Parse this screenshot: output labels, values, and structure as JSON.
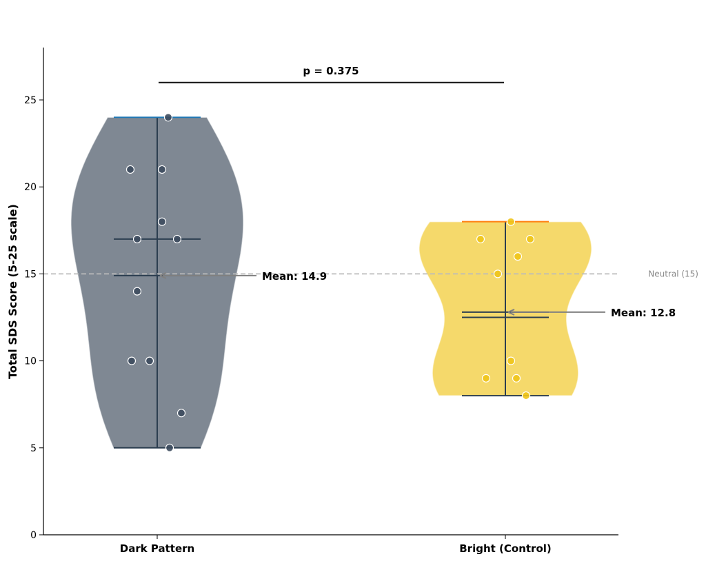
{
  "chart_data": {
    "type": "violin",
    "title": "",
    "xlabel": "",
    "ylabel": "Total SDS Score (5-25 scale)",
    "ylim": [
      0,
      28
    ],
    "yticks": [
      0,
      5,
      10,
      15,
      20,
      25
    ],
    "grid": false,
    "categories": [
      "Dark Pattern",
      "Bright (Control)"
    ],
    "series": [
      {
        "name": "Dark Pattern",
        "points": [
          24,
          21,
          21,
          18,
          17,
          17,
          14,
          10,
          10,
          7,
          5
        ],
        "min": 5,
        "max": 24,
        "median": 17,
        "mean": 14.9,
        "fill": "#7f8893",
        "point_color": "#3d4b5e",
        "max_line_color": "#1f77b4",
        "mean_label": "Mean: 14.9"
      },
      {
        "name": "Bright (Control)",
        "points": [
          18,
          17,
          17,
          16,
          15,
          10,
          9,
          9,
          8
        ],
        "min": 8,
        "max": 18,
        "median": 12.5,
        "mean": 12.8,
        "fill": "#f5d96b",
        "point_color": "#f0c419",
        "max_line_color": "#ff7f0e",
        "mean_label": "Mean: 12.8"
      }
    ],
    "reference_line": {
      "value": 15,
      "label": "Neutral (15)",
      "color": "#bbbbbb"
    },
    "significance": {
      "level": 26,
      "label": "p = 0.375"
    }
  }
}
